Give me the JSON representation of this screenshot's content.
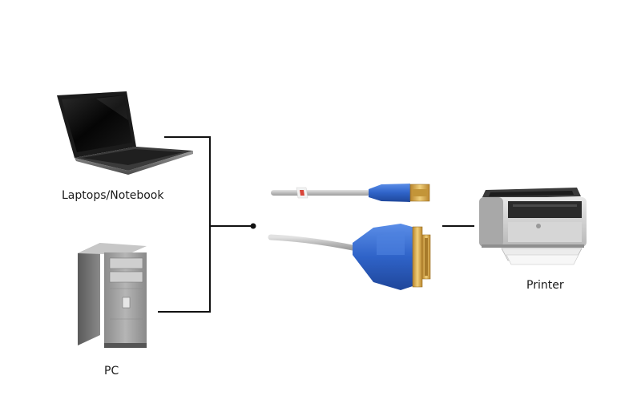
{
  "labels": {
    "laptop": "Laptops/Notebook",
    "pc": "PC",
    "printer": "Printer"
  },
  "colors": {
    "line": "#111111",
    "cable": "#c9c9c9",
    "adapter_blue": "#2f63c8",
    "connector_gold": "#d9a94a"
  },
  "icons": [
    "laptop-icon",
    "desktop-pc-icon",
    "usb-cable-icon",
    "parallel-adapter-icon",
    "printer-icon"
  ]
}
